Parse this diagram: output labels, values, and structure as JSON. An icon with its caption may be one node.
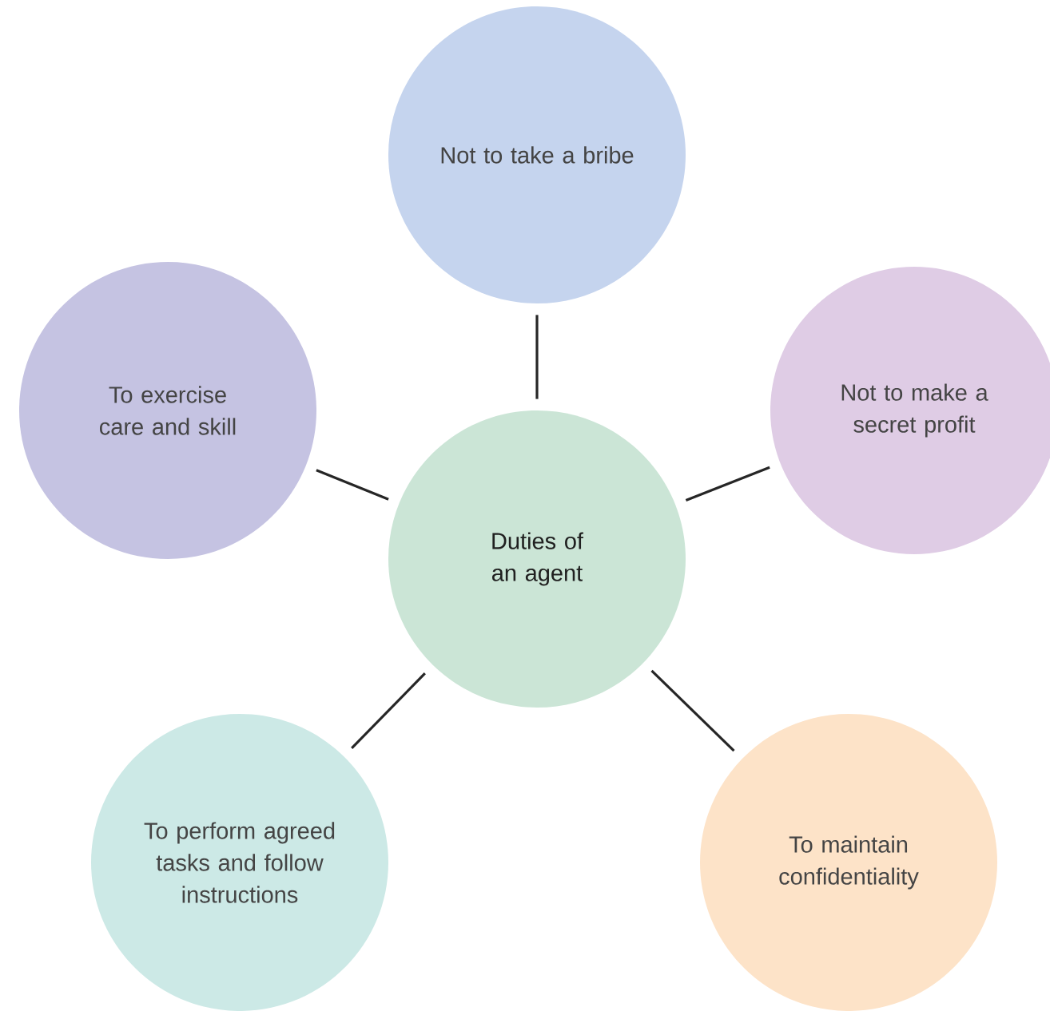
{
  "diagram": {
    "nodes": [
      {
        "text": [
          "Duties of an agent"
        ]
      },
      {
        "text": [
          "Not to take a bribe"
        ]
      },
      {
        "text": [
          "Not to make a secret profit"
        ]
      },
      {
        "text": [
          "To maintain confidentiality"
        ]
      },
      {
        "text": [
          "To perform agreed tasks and follow instructions"
        ]
      },
      {
        "text": [
          "To exercise care and skill"
        ]
      }
    ],
    "edges": [
      {
        "from": 0,
        "to": 1,
        "arrow": "none"
      },
      {
        "from": 0,
        "to": 2,
        "arrow": "none"
      },
      {
        "from": 0,
        "to": 3,
        "arrow": "none"
      },
      {
        "from": 0,
        "to": 4,
        "arrow": "none"
      },
      {
        "from": 0,
        "to": 5,
        "arrow": "none"
      }
    ]
  }
}
